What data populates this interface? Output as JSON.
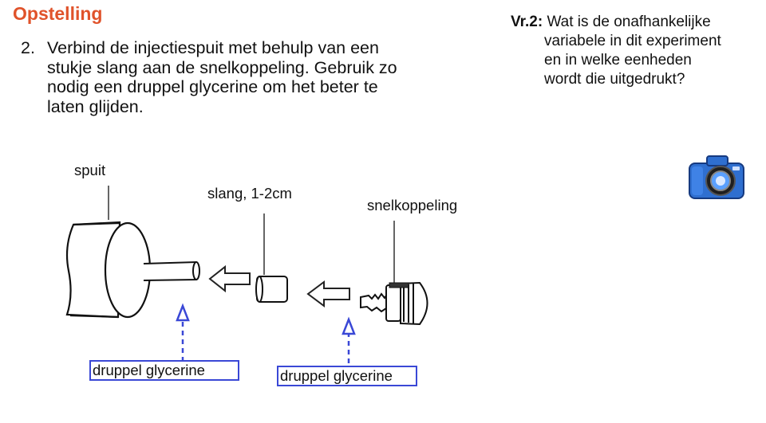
{
  "heading": "Opstelling",
  "step": {
    "number": "2.",
    "lines": [
      "Verbind de injectiespuit met behulp van een",
      "stukje slang aan de snelkoppeling. Gebruik zo",
      "nodig een druppel glycerine om het beter te",
      "laten glijden."
    ]
  },
  "question": {
    "label": "Vr.2:",
    "first_line": "Wat is de onafhankelijke",
    "lines": [
      "variabele in dit experiment",
      "en in welke eenheden",
      "wordt die uitgedrukt?"
    ]
  },
  "diagram": {
    "label_spuit": "spuit",
    "label_slang": "slang, 1-2cm",
    "label_snelkoppeling": "snelkoppeling",
    "box_left": "druppel glycerine",
    "box_right": "druppel glycerine"
  },
  "colors": {
    "heading": "#e0532b",
    "box_border": "#3a48d6",
    "arrow_dashed": "#3a48d6"
  },
  "icons": [
    "camera-icon"
  ]
}
